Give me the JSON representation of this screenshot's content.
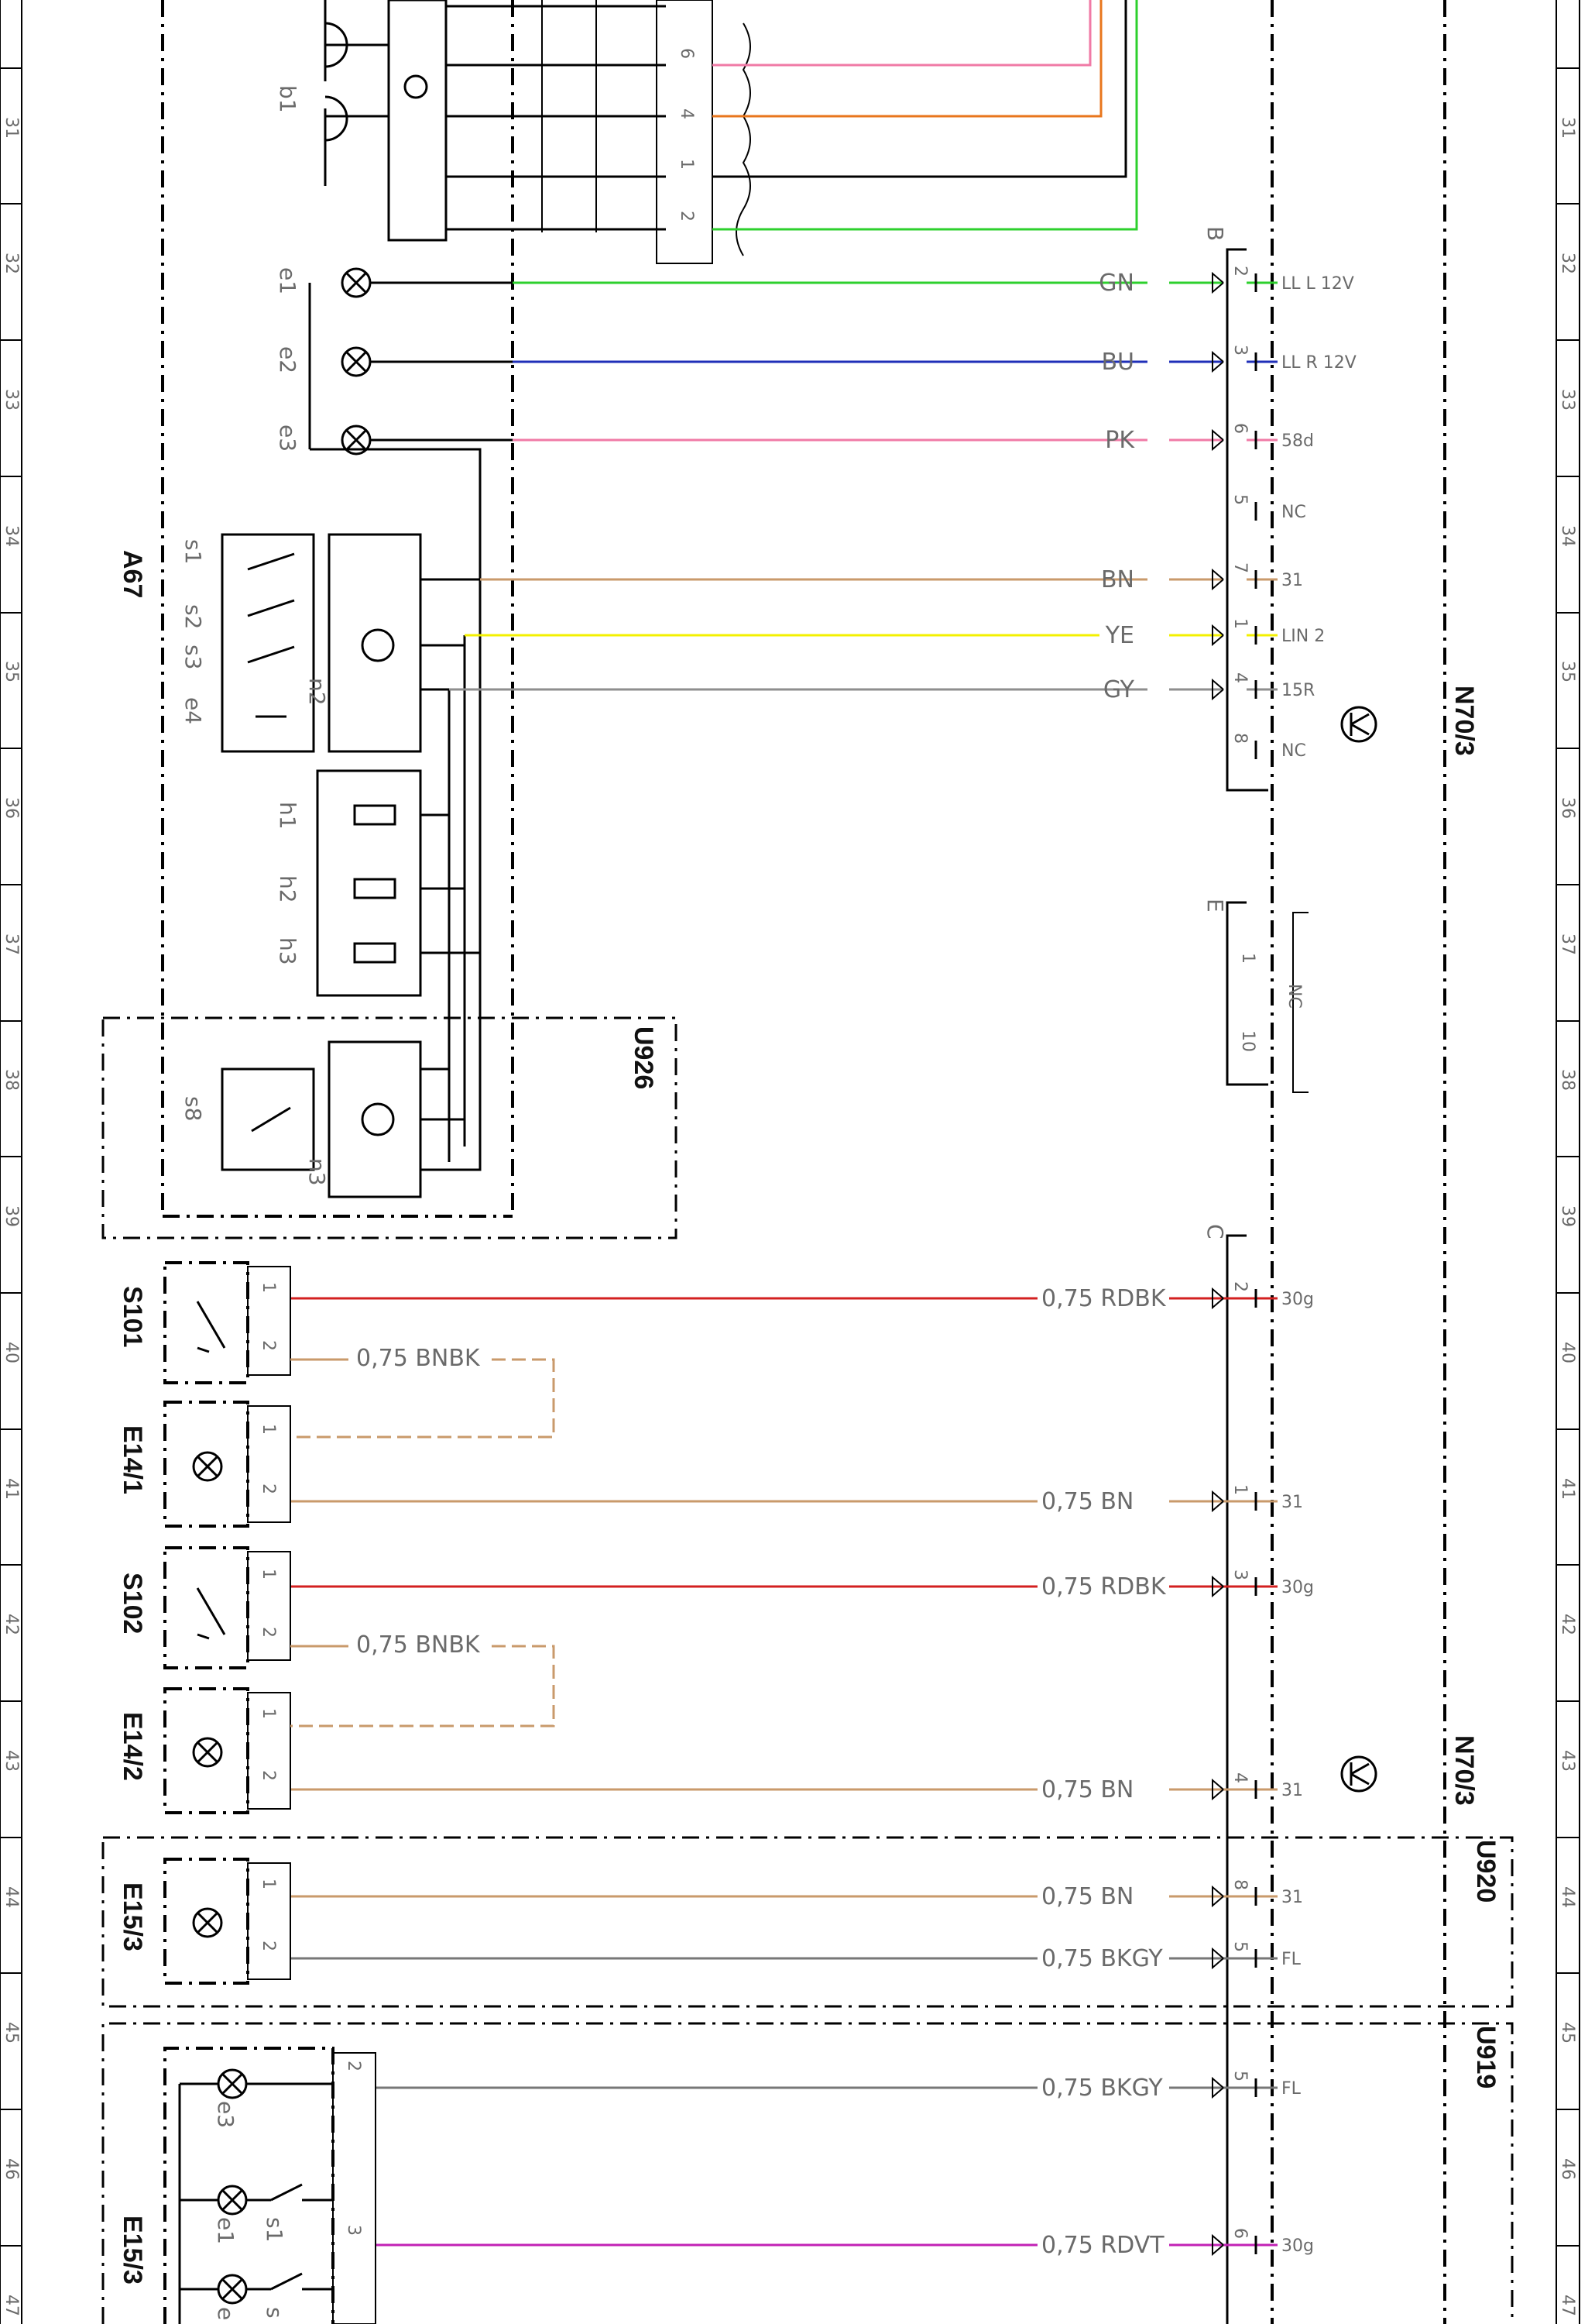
{
  "grid_numbers": [
    "31",
    "32",
    "33",
    "34",
    "35",
    "36",
    "37",
    "38",
    "39",
    "40",
    "41",
    "42",
    "43",
    "44",
    "45",
    "46",
    "47"
  ],
  "components": {
    "a67": "A67",
    "u926": "U926",
    "u920": "U920",
    "u919": "U919",
    "n70_3_top": "N70/3",
    "n70_3_bottom": "N70/3",
    "s101": "S101",
    "s102": "S102",
    "e14_1": "E14/1",
    "e14_2": "E14/2",
    "e15_3_a": "E15/3",
    "e15_3_b": "E15/3"
  },
  "sub_labels": {
    "b1": "b1",
    "e1": "e1",
    "e2": "e2",
    "e3": "e3",
    "s1": "s1",
    "s2": "s2",
    "s3": "s3",
    "e4": "e4",
    "n2": "n2",
    "h1": "h1",
    "h2": "h2",
    "h3": "h3",
    "s8": "s8",
    "n3": "n3",
    "lamp_e3": "e3",
    "lamp_e1": "e1",
    "lamp_s1": "s1",
    "lamp_s": "s",
    "lamp_e": "e"
  },
  "connectors": {
    "b": "B",
    "e": "E",
    "c": "C"
  },
  "top_block_pins": [
    "6",
    "4",
    "1",
    "2"
  ],
  "b_pins": [
    {
      "pin": "2",
      "wire": "GN",
      "signal": "LL L 12V",
      "color": "#2dd02d"
    },
    {
      "pin": "3",
      "wire": "BU",
      "signal": "LL R 12V",
      "color": "#1f2fb8"
    },
    {
      "pin": "6",
      "wire": "PK",
      "signal": "58d",
      "color": "#f07aa6"
    },
    {
      "pin": "5",
      "wire": "",
      "signal": "NC",
      "color": "#000000"
    },
    {
      "pin": "7",
      "wire": "BN",
      "signal": "31",
      "color": "#c99a6b"
    },
    {
      "pin": "1",
      "wire": "YE",
      "signal": "LIN 2",
      "color": "#f3f000"
    },
    {
      "pin": "4",
      "wire": "GY",
      "signal": "15R",
      "color": "#8e8e8e"
    },
    {
      "pin": "8",
      "wire": "",
      "signal": "NC",
      "color": "#000000"
    }
  ],
  "e_conn": {
    "pin_left": "1",
    "pin_right": "10",
    "label": "NC"
  },
  "c_pins": [
    {
      "pin": "2",
      "wire": "0,75 RDBK",
      "signal": "30g"
    },
    {
      "pin": "1",
      "wire": "0,75 BN",
      "signal": "31"
    },
    {
      "pin": "3",
      "wire": "0,75 RDBK",
      "signal": "30g"
    },
    {
      "pin": "4",
      "wire": "0,75 BN",
      "signal": "31"
    },
    {
      "pin": "8",
      "wire": "0,75 BN",
      "signal": "31"
    },
    {
      "pin": "5",
      "wire": "0,75 BKGY",
      "signal": "FL"
    },
    {
      "pin": "5",
      "wire": "0,75 BKGY",
      "signal": "FL"
    },
    {
      "pin": "6",
      "wire": "0,75 RDVT",
      "signal": "30g"
    }
  ],
  "bridge_wires": [
    "0,75 BNBK",
    "0,75 BNBK"
  ],
  "switch_pins": [
    "1",
    "2",
    "1",
    "2",
    "1",
    "2",
    "1",
    "2",
    "1",
    "2",
    "2",
    "3"
  ]
}
